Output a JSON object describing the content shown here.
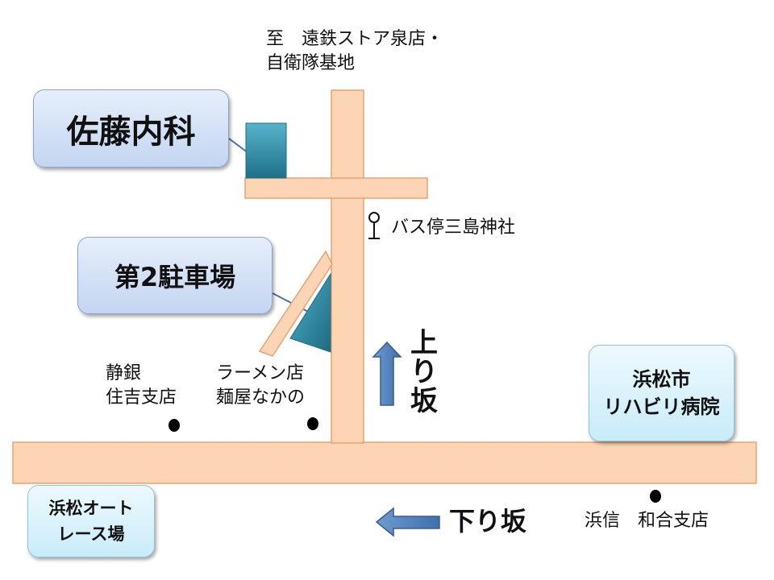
{
  "destination": {
    "line1": "至　遠鉄ストア泉店・",
    "line2": "自衛隊基地"
  },
  "places": {
    "clinic": "佐藤内科",
    "parking": "第2駐車場",
    "bus_stop": "バス停三島神社",
    "bank_sumiyoshi": {
      "line1": "静銀",
      "line2": "住吉支店"
    },
    "ramen": {
      "line1": "ラーメン店",
      "line2": "麺屋なかの"
    },
    "hospital": {
      "line1": "浜松市",
      "line2": "リハビリ病院"
    },
    "race_track": {
      "line1": "浜松オート",
      "line2": "レース場"
    },
    "bank_wago": "浜信　和合支店"
  },
  "directions": {
    "uphill": "上り坂",
    "downhill": "下り坂"
  },
  "colors": {
    "road": "#fcd5b4",
    "road_border": "#e8a274",
    "building": "#31869b",
    "box_blue": "#c3d5f1",
    "box_cyan": "#c8ecfa",
    "arrow": "#4f81bd"
  },
  "icons": {
    "bus_stop": "bus-stop-pin-icon",
    "arrow_up": "arrow-up-icon",
    "arrow_left": "arrow-left-icon"
  }
}
